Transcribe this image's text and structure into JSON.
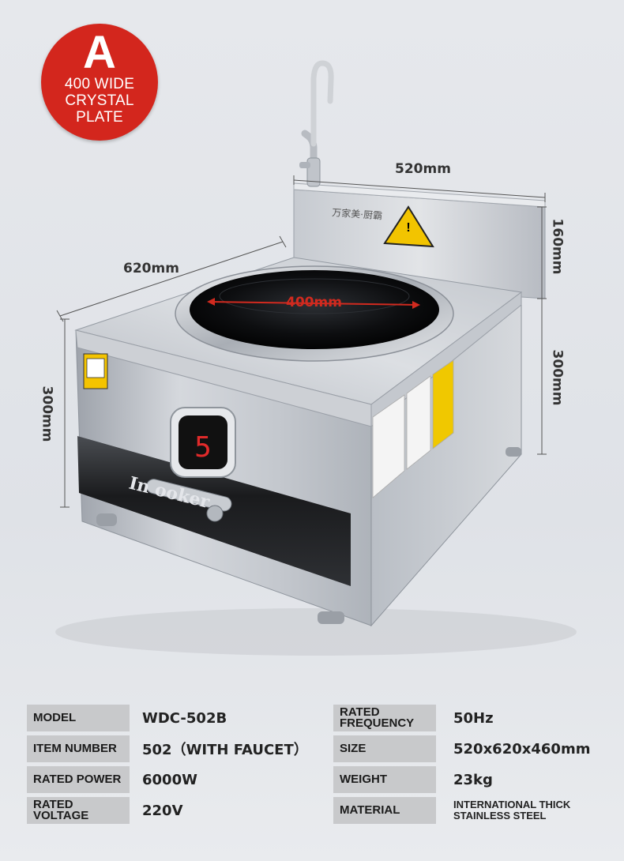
{
  "badge": {
    "letter": "A",
    "line1": "400 WIDE",
    "line2": "CRYSTAL",
    "line3": "PLATE"
  },
  "dimensions": {
    "width": "520mm",
    "depth": "620mm",
    "backsplash_height": "160mm",
    "right_height": "300mm",
    "left_height": "300mm",
    "plate_diameter": "400mm"
  },
  "product": {
    "brand_mark": "万家美·厨霸",
    "front_label": "In    ooker",
    "display_digit": "5"
  },
  "specs": [
    {
      "label": "MODEL",
      "value": "WDC-502B"
    },
    {
      "label": "ITEM NUMBER",
      "value": "502（WITH FAUCET）"
    },
    {
      "label": "RATED POWER",
      "value": "6000W"
    },
    {
      "label": "RATED VOLTAGE",
      "value": "220V"
    },
    {
      "label": "RATED FREQUENCY",
      "value": "50Hz"
    },
    {
      "label": "SIZE",
      "value": "520x620x460mm"
    },
    {
      "label": "WEIGHT",
      "value": "23kg"
    },
    {
      "label": "MATERIAL",
      "value": "INTERNATIONAL THICK STAINLESS STEEL"
    }
  ]
}
